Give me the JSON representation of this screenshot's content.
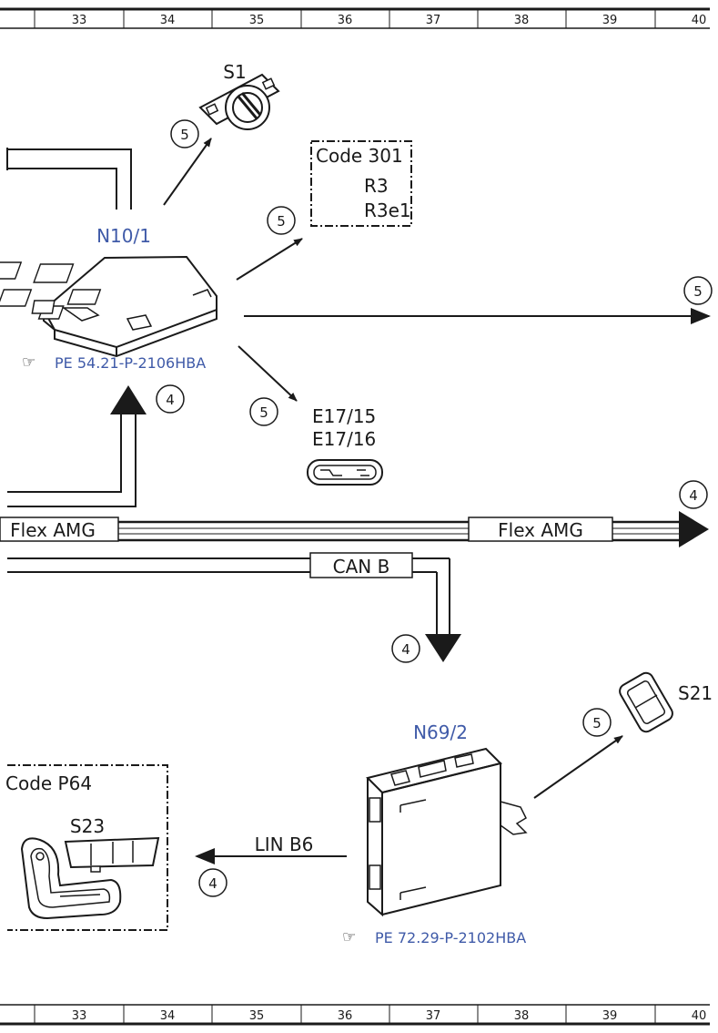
{
  "ruler": {
    "ticks": [
      "33",
      "34",
      "35",
      "36",
      "37",
      "38",
      "39",
      "40"
    ]
  },
  "components": {
    "n10_1": {
      "label": "N10/1",
      "ref": "PE 54.21-P-2106HBA"
    },
    "s1": {
      "label": "S1"
    },
    "code301": {
      "title": "Code 301",
      "line1": "R3",
      "line2": "R3e1"
    },
    "e17": {
      "line1": "E17/15",
      "line2": "E17/16"
    },
    "n69_2": {
      "label": "N69/2",
      "ref": "PE 72.29-P-2102HBA"
    },
    "s21": {
      "label": "S21"
    },
    "codep64": {
      "title": "Code P64",
      "part": "S23"
    }
  },
  "buses": {
    "flex_left": "Flex AMG",
    "flex_right": "Flex AMG",
    "can_b": "CAN B",
    "lin_b6": "LIN B6"
  },
  "callouts": {
    "c1": "5",
    "c2": "5",
    "c3": "5",
    "c4": "5",
    "c5": "4",
    "c6": "4",
    "c7": "4",
    "c8": "5",
    "c9": "4"
  },
  "colors": {
    "line": "#1a1a1a",
    "component_label": "#3f5aa8"
  }
}
